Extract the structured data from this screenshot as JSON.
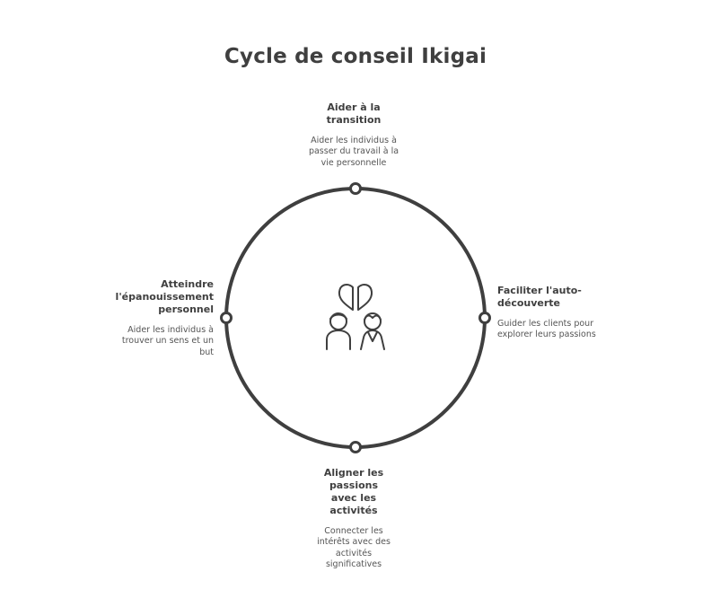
{
  "title": "Cycle de conseil Ikigai",
  "colors": {
    "stroke": "#3f3f3f",
    "text": "#3f3f3f",
    "muted": "#555555",
    "background": "#ffffff"
  },
  "center_icon": "two-people-hearts-icon",
  "stages": {
    "top": {
      "heading": "Aider à la transition",
      "description": "Aider les individus à passer du travail à la vie personnelle"
    },
    "right": {
      "heading": "Faciliter l'auto-découverte",
      "description": "Guider les clients pour explorer leurs passions"
    },
    "bottom": {
      "heading": "Aligner les passions avec les activités",
      "description": "Connecter les intérêts avec des activités significatives"
    },
    "left": {
      "heading": "Atteindre l'épanouissement personnel",
      "description": "Aider les individus à trouver un sens et un but"
    }
  }
}
